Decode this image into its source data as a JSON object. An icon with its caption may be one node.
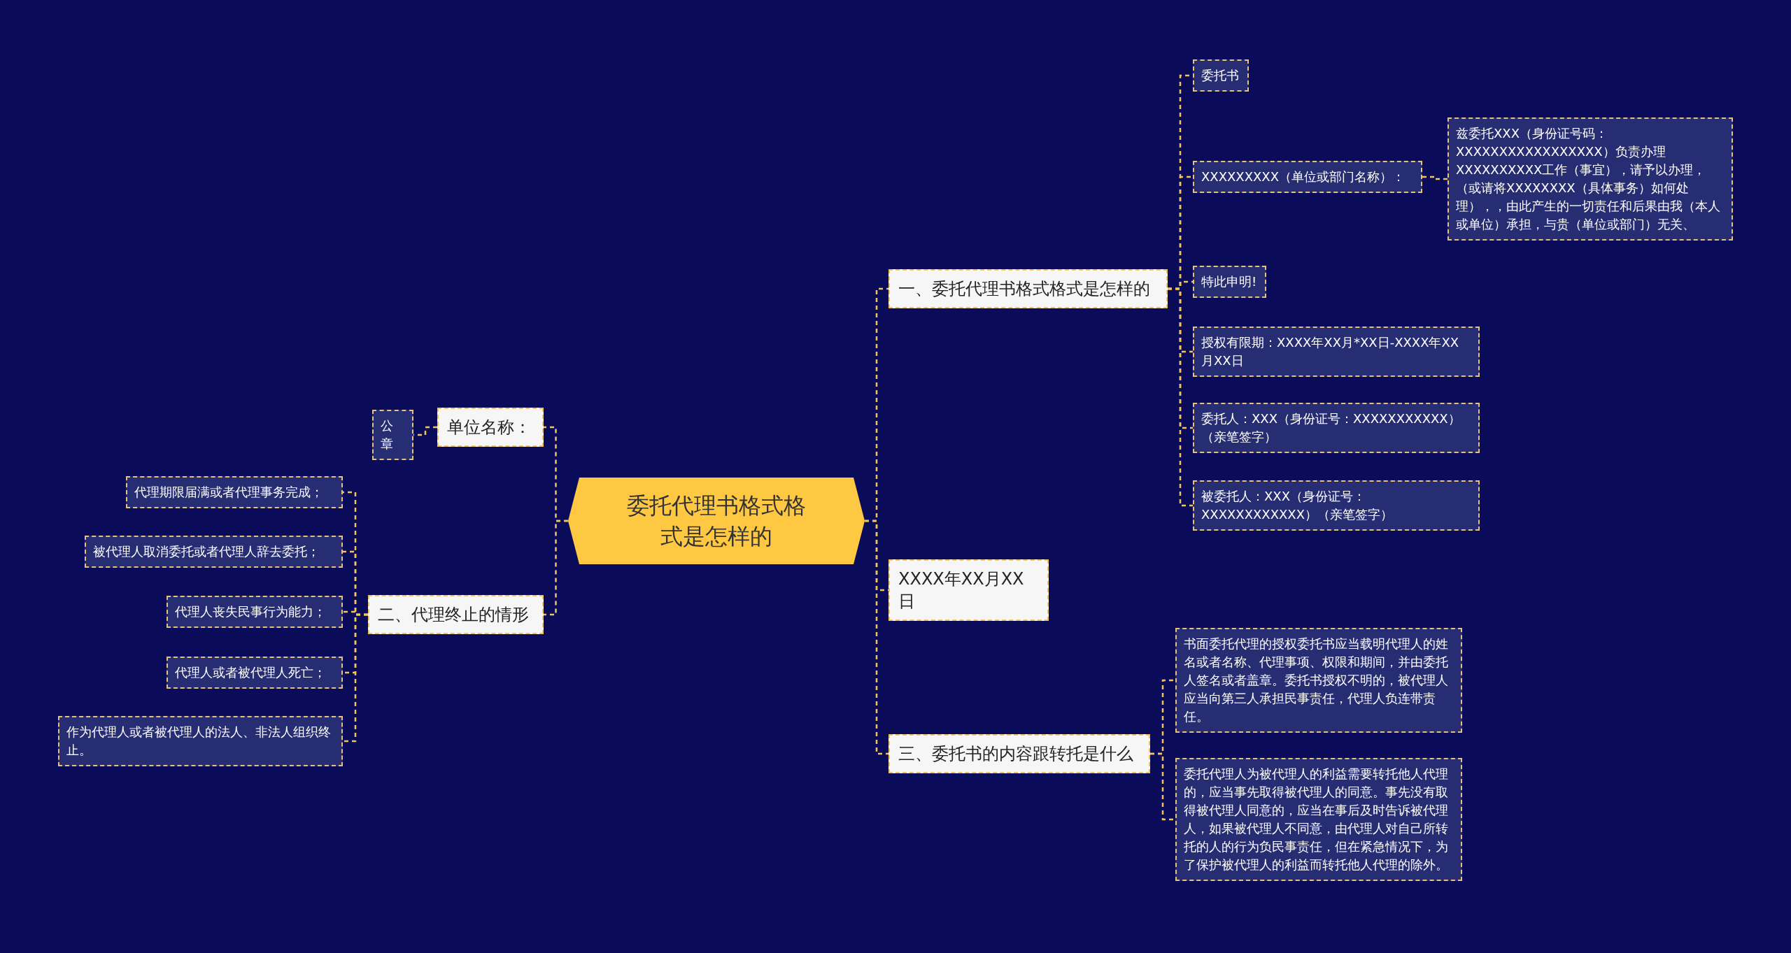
{
  "diagram": {
    "nodes": [
      {
        "text": [
          "委托代理书格式格式是怎样的"
        ]
      },
      {
        "text": [
          "一、委托代理书格式格式是怎样的"
        ]
      },
      {
        "text": [
          "委托书"
        ]
      },
      {
        "text": [
          "XXXXXXXXX（单位或部门名称）："
        ]
      },
      {
        "text": [
          "兹委托XXX（身份证号码：XXXXXXXXXXXXXXXXX）负责办理XXXXXXXXXX工作（事宜），请予以办理，（或请将XXXXXXXX（具体事务）如何处理），，由此产生的一切责任和后果由我（本人或单位）承担，与贵（单位或部门）无关、"
        ]
      },
      {
        "text": [
          "特此申明!"
        ]
      },
      {
        "text": [
          "授权有限期：XXXX年XX月*XX日-XXXX年XX月XX日"
        ]
      },
      {
        "text": [
          "委托人：XXX（身份证号：XXXXXXXXXXX）（亲笔签字）"
        ]
      },
      {
        "text": [
          "被委托人：XXX（身份证号：XXXXXXXXXXXX）（亲笔签字）"
        ]
      },
      {
        "text": [
          "XXXX年XX月XX日"
        ]
      },
      {
        "text": [
          "三、委托书的内容跟转托是什么"
        ]
      },
      {
        "text": [
          "书面委托代理的授权委托书应当载明代理人的姓名或者名称、代理事项、权限和期间，并由委托人签名或者盖章。委托书授权不明的，被代理人应当向第三人承担民事责任，代理人负连带责任。"
        ]
      },
      {
        "text": [
          "委托代理人为被代理人的利益需要转托他人代理的，应当事先取得被代理人的同意。事先没有取得被代理人同意的，应当在事后及时告诉被代理人，如果被代理人不同意，由代理人对自己所转托的人的行为负民事责任，但在紧急情况下，为了保护被代理人的利益而转托他人代理的除外。"
        ]
      },
      {
        "text": [
          "单位名称："
        ]
      },
      {
        "text": [
          "公章"
        ]
      },
      {
        "text": [
          "二、代理终止的情形"
        ]
      },
      {
        "text": [
          "代理期限届满或者代理事务完成；"
        ]
      },
      {
        "text": [
          "被代理人取消委托或者代理人辞去委托；"
        ]
      },
      {
        "text": [
          "代理人丧失民事行为能力；"
        ]
      },
      {
        "text": [
          "代理人或者被代理人死亡；"
        ]
      },
      {
        "text": [
          "作为代理人或者被代理人的法人、非法人组织终止。"
        ]
      }
    ],
    "edges": [
      {
        "from": 0,
        "to": 1,
        "arrow": "none"
      },
      {
        "from": 1,
        "to": 2,
        "arrow": "none"
      },
      {
        "from": 1,
        "to": 3,
        "arrow": "none"
      },
      {
        "from": 3,
        "to": 4,
        "arrow": "none"
      },
      {
        "from": 1,
        "to": 5,
        "arrow": "none"
      },
      {
        "from": 1,
        "to": 6,
        "arrow": "none"
      },
      {
        "from": 1,
        "to": 7,
        "arrow": "none"
      },
      {
        "from": 1,
        "to": 8,
        "arrow": "none"
      },
      {
        "from": 0,
        "to": 9,
        "arrow": "none"
      },
      {
        "from": 0,
        "to": 10,
        "arrow": "none"
      },
      {
        "from": 10,
        "to": 11,
        "arrow": "none"
      },
      {
        "from": 10,
        "to": 12,
        "arrow": "none"
      },
      {
        "from": 0,
        "to": 13,
        "arrow": "none"
      },
      {
        "from": 13,
        "to": 14,
        "arrow": "none"
      },
      {
        "from": 0,
        "to": 15,
        "arrow": "none"
      },
      {
        "from": 15,
        "to": 16,
        "arrow": "none"
      },
      {
        "from": 15,
        "to": 17,
        "arrow": "none"
      },
      {
        "from": 15,
        "to": 18,
        "arrow": "none"
      },
      {
        "from": 15,
        "to": 19,
        "arrow": "none"
      },
      {
        "from": 15,
        "to": 20,
        "arrow": "none"
      }
    ]
  }
}
